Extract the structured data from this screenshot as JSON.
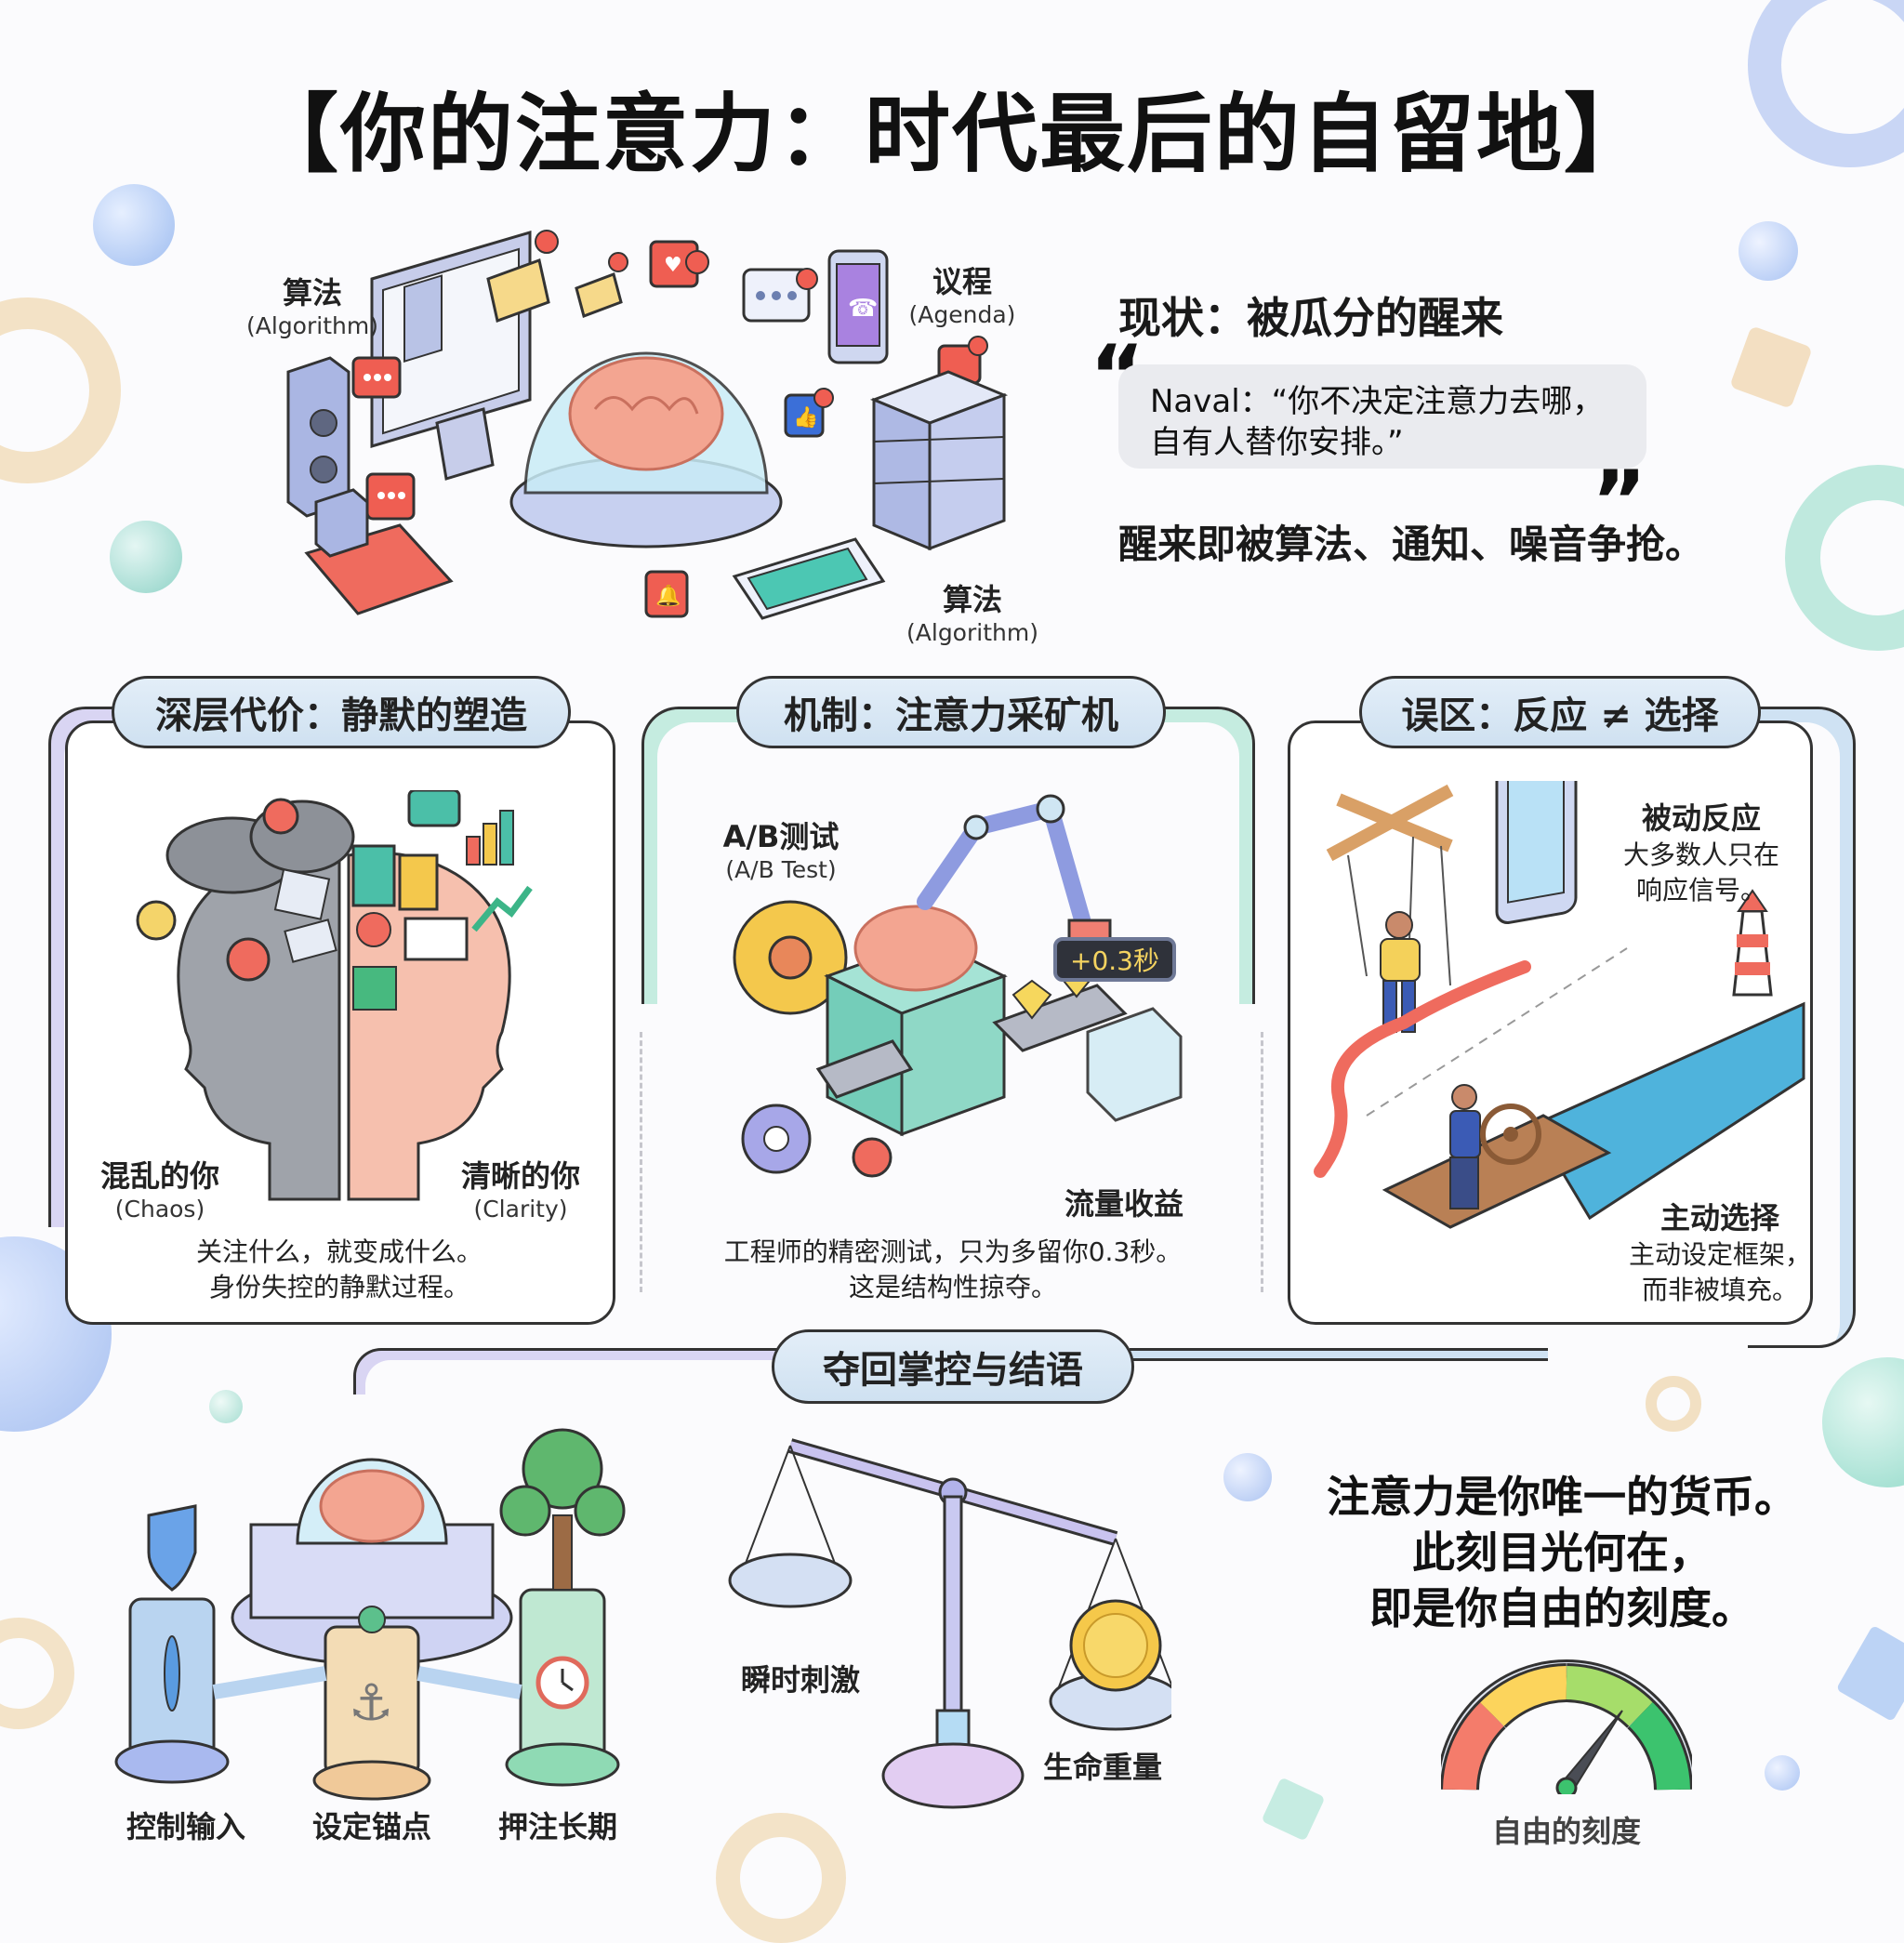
{
  "title": "【你的注意力：时代最后的自留地】",
  "top_illustration": {
    "label_left": {
      "cn": "算法",
      "en": "(Algorithm)"
    },
    "label_top_right": {
      "cn": "议程",
      "en": "(Agenda)"
    },
    "label_bottom_right": {
      "cn": "算法",
      "en": "(Algorithm)"
    }
  },
  "status": {
    "heading": "现状：被瓜分的醒来",
    "quote_line1": "Naval：“你不决定注意力去哪，",
    "quote_line2": "自有人替你安排。”",
    "open_quote_mark": "“",
    "close_quote_mark": "”",
    "summary": "醒来即被算法、通知、噪音争抢。"
  },
  "panels": [
    {
      "header": "深层代价：静默的塑造",
      "left_label": {
        "cn": "混乱的你",
        "en": "(Chaos)"
      },
      "right_label": {
        "cn": "清晰的你",
        "en": "(Clarity)"
      },
      "text_line1": "关注什么，就变成什么。",
      "text_line2": "身份失控的静默过程。"
    },
    {
      "header": "机制：注意力采矿机",
      "ab_label": {
        "cn": "A/B测试",
        "en": "(A/B Test)"
      },
      "counter": "+0.3秒",
      "revenue_label": "流量收益",
      "text_line1": "工程师的精密测试，只为多留你0.3秒。",
      "text_line2": "这是结构性掠夺。"
    },
    {
      "header": "误区：反应 ≠ 选择",
      "passive": {
        "title": "被动反应",
        "line1": "大多数人只在",
        "line2": "响应信号。"
      },
      "active": {
        "title": "主动选择",
        "line1": "主动设定框架，",
        "line2": "而非被填充。"
      }
    }
  ],
  "bottom": {
    "header": "夺回掌控与结语",
    "pillars": [
      {
        "label": "控制输入",
        "icon": "shield-filter-icon",
        "color": "#b9d4f0"
      },
      {
        "label": "设定锚点",
        "icon": "anchor-icon",
        "color": "#f3dcb5"
      },
      {
        "label": "押注长期",
        "icon": "clock-tree-icon",
        "color": "#bfe8d2"
      }
    ],
    "scale": {
      "left_label": "瞬时刺激",
      "right_label": "生命重量"
    },
    "conclusion": [
      "注意力是你唯一的货币。",
      "此刻目光何在，",
      "即是你自由的刻度。"
    ],
    "gauge_label": "自由的刻度",
    "gauge_colors": [
      "#f47c6b",
      "#fcd45c",
      "#a6dd6a",
      "#3cc36e"
    ]
  },
  "colors": {
    "pill_fill": "#d6e6f4",
    "pipe_lavender": "#d9d5f3",
    "pipe_mint": "#c5ece0",
    "pipe_blue": "#cfe2f3",
    "quote_box": "#eaebef"
  }
}
